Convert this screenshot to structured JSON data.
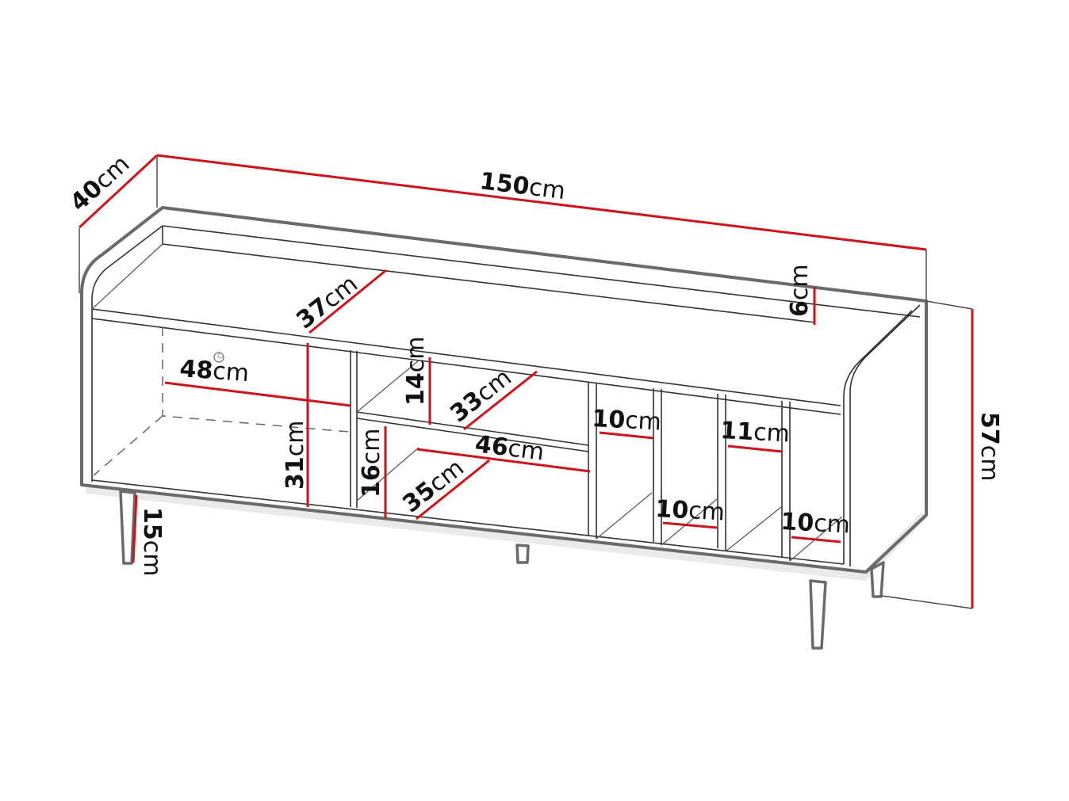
{
  "diagram": {
    "subject": "TV cabinet / sideboard dimension drawing",
    "unit": "cm",
    "colors": {
      "dimension_line": "#d0121b",
      "outline": "#6a6a6a",
      "text": "#111111",
      "background": "#ffffff"
    },
    "dimensions": {
      "width": {
        "value": "150",
        "unit": "cm"
      },
      "depth": {
        "value": "40",
        "unit": "cm"
      },
      "height": {
        "value": "57",
        "unit": "cm"
      },
      "back_rim": {
        "value": "6",
        "unit": "cm"
      },
      "leg_height": {
        "value": "15",
        "unit": "cm"
      },
      "top_inner_depth": {
        "value": "37",
        "unit": "cm"
      },
      "left_compartment_width": {
        "value": "48",
        "unit": "cm"
      },
      "left_compartment_height": {
        "value": "31",
        "unit": "cm"
      },
      "upper_shelf_height": {
        "value": "14",
        "unit": "cm"
      },
      "upper_shelf_depth": {
        "value": "33",
        "unit": "cm"
      },
      "middle_compartment_width": {
        "value": "46",
        "unit": "cm"
      },
      "lower_shelf_height": {
        "value": "16",
        "unit": "cm"
      },
      "lower_shelf_depth": {
        "value": "35",
        "unit": "cm"
      },
      "slot_1_width_top": {
        "value": "10",
        "unit": "cm"
      },
      "slot_2_width_bottom": {
        "value": "10",
        "unit": "cm"
      },
      "slot_3_width_top": {
        "value": "11",
        "unit": "cm"
      },
      "slot_4_width_bottom": {
        "value": "10",
        "unit": "cm"
      }
    }
  }
}
